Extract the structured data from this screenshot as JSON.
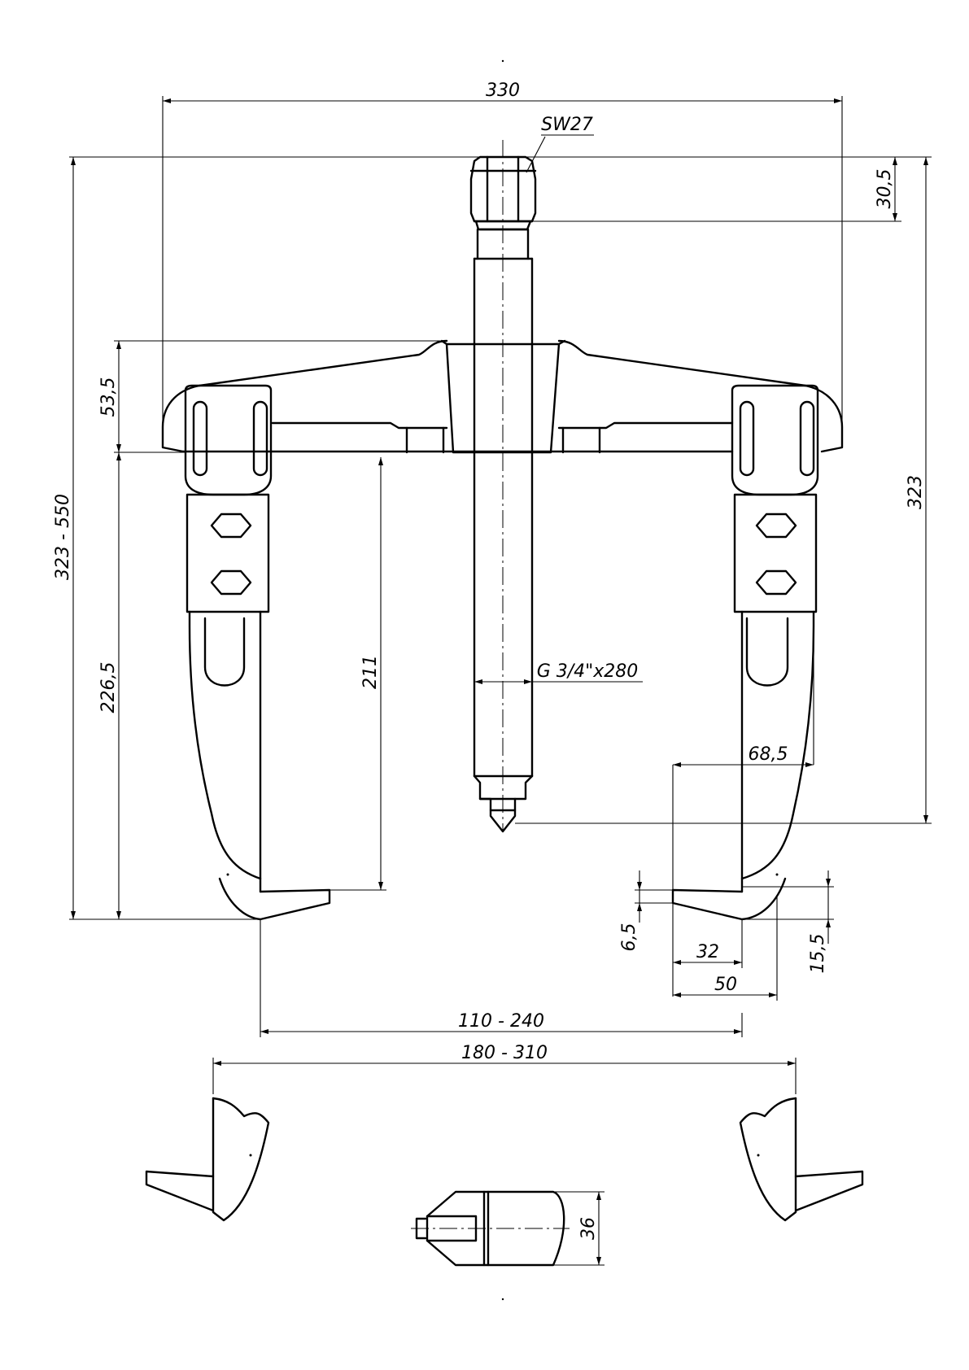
{
  "dimensions": {
    "overall_width": "330",
    "hex_size": "SW27",
    "hex_height": "30,5",
    "total_height_right": "323",
    "total_height_left": "323 - 550",
    "crossbar_height": "53,5",
    "leg_height": "226,5",
    "reach": "211",
    "spindle": "G 3/4\"x280",
    "jaw_offset": "68,5",
    "jaw_tip_thickness": "6,5",
    "jaw_length_inner": "32",
    "jaw_length_outer": "50",
    "jaw_height": "15,5",
    "internal_range": "110 - 240",
    "external_range": "180 - 310",
    "jaw_width": "36"
  }
}
